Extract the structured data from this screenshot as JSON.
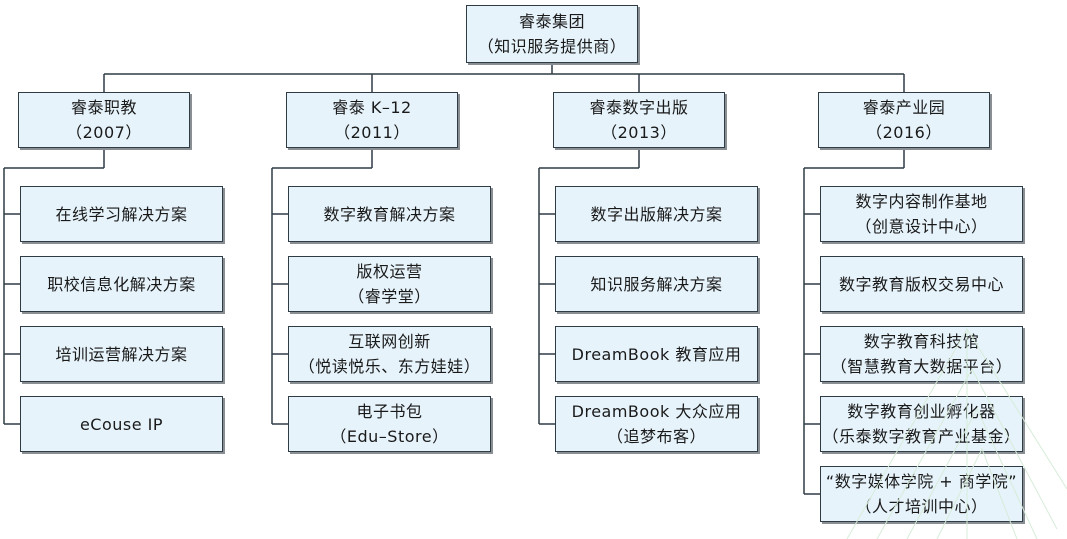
{
  "root": {
    "title": "睿泰集团",
    "subtitle": "（知识服务提供商）"
  },
  "branches": [
    {
      "title": "睿泰职教",
      "subtitle": "（2007）",
      "items": [
        {
          "lines": [
            "在线学习解决方案"
          ]
        },
        {
          "lines": [
            "职校信息化解决方案"
          ]
        },
        {
          "lines": [
            "培训运营解决方案"
          ]
        },
        {
          "lines": [
            "eCouse IP"
          ]
        }
      ]
    },
    {
      "title": "睿泰 K–12",
      "subtitle": "（2011）",
      "items": [
        {
          "lines": [
            "数字教育解决方案"
          ]
        },
        {
          "lines": [
            "版权运营",
            "（睿学堂）"
          ]
        },
        {
          "lines": [
            "互联网创新",
            "（悦读悦乐、东方娃娃）"
          ]
        },
        {
          "lines": [
            "电子书包",
            "（Edu–Store）"
          ]
        }
      ]
    },
    {
      "title": "睿泰数字出版",
      "subtitle": "（2013）",
      "items": [
        {
          "lines": [
            "数字出版解决方案"
          ]
        },
        {
          "lines": [
            "知识服务解决方案"
          ]
        },
        {
          "lines": [
            "DreamBook 教育应用"
          ]
        },
        {
          "lines": [
            "DreamBook 大众应用",
            "（追梦布客）"
          ]
        }
      ]
    },
    {
      "title": "睿泰产业园",
      "subtitle": "（2016）",
      "items": [
        {
          "lines": [
            "数字内容制作基地",
            "（创意设计中心）"
          ]
        },
        {
          "lines": [
            "数字教育版权交易中心"
          ]
        },
        {
          "lines": [
            "数字教育科技馆",
            "（智慧教育大数据平台）"
          ]
        },
        {
          "lines": [
            "数字教育创业孵化器",
            "（乐泰数字教育产业基金）"
          ]
        },
        {
          "lines": [
            "“数字媒体学院 + 商学院”",
            "（人才培训中心）"
          ]
        }
      ]
    }
  ]
}
